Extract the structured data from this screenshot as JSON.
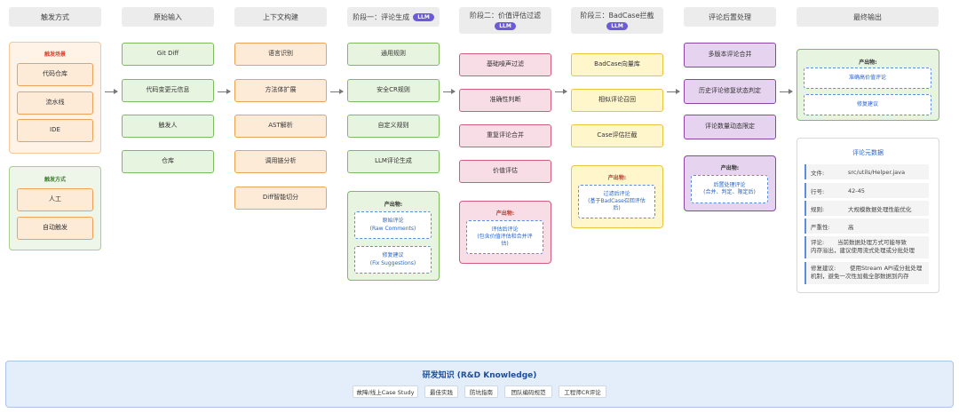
{
  "headers": {
    "trigger": "触发方式",
    "raw_input": "原始输入",
    "context": "上下文构建",
    "stage1": "阶段一：评论生成",
    "stage2": "阶段二：价值评估过滤",
    "stage3": "阶段三：BadCase拦截",
    "post": "评论后置处理",
    "final": "最终输出",
    "llm_badge": "LLM"
  },
  "trigger_scene": {
    "title": "触发场景",
    "items": [
      "代码仓库",
      "流水线",
      "IDE"
    ]
  },
  "trigger_mode": {
    "title": "触发方式",
    "items": [
      "人工",
      "自动触发"
    ]
  },
  "raw_input": [
    "Git Diff",
    "代码变更元信息",
    "触发人",
    "仓库"
  ],
  "context": [
    "语言识别",
    "方法体扩展",
    "AST解析",
    "调用链分析",
    "Diff智能切分"
  ],
  "stage1": {
    "steps": [
      "通用规则",
      "安全CR规则",
      "自定义规则",
      "LLM评论生成"
    ],
    "output_title": "产出物:",
    "outputs": [
      {
        "line1": "原始评论",
        "line2": "(Raw Comments)"
      },
      {
        "line1": "修复建议",
        "line2": "(Fix Suggestions)"
      }
    ]
  },
  "stage2": {
    "steps": [
      "基础噪声过滤",
      "准确性判断",
      "重复评论合并",
      "价值评估"
    ],
    "output_title": "产出物:",
    "output": {
      "line1": "评估后评论",
      "line2": "(包含价值评估和合并评",
      "line3": "估)"
    }
  },
  "stage3": {
    "steps": [
      "BadCase向量库",
      "相似评论召回",
      "Case评估拦截"
    ],
    "output_title": "产出物:",
    "output": {
      "line1": "过滤后评论",
      "line2": "(基于BadCase召回评估",
      "line3": "后)"
    }
  },
  "post": {
    "steps": [
      "多版本评论合并",
      "历史评论修复状态判定",
      "评论数量动态限定"
    ],
    "output_title": "产出物:",
    "output": {
      "line1": "后置处理评论",
      "line2": "(合并、判定、限定后)"
    }
  },
  "final": {
    "output_title": "产出物:",
    "outputs": [
      "准确高价值评论",
      "修复建议"
    ]
  },
  "metadata": {
    "title": "评论元数据",
    "rows": [
      {
        "k": "文件:",
        "v": "src/utils/Helper.java"
      },
      {
        "k": "行号:",
        "v": "42-45"
      },
      {
        "k": "规则:",
        "v": "大规模数据处理性能优化"
      },
      {
        "k": "严重性:",
        "v": "高"
      }
    ],
    "comment_label": "评论:",
    "comment_line1": "当前数据处理方式可能导致",
    "comment_line2": "内存溢出，建议使用流式处理或分批处理",
    "fix_label": "修复建议:",
    "fix_line1": "使用Stream API或分批处理",
    "fix_line2": "机制，避免一次性加载全部数据到内存"
  },
  "knowledge": {
    "title": "研发知识 (R&D Knowledge)",
    "items": [
      "故障/线上Case Study",
      "最佳实践",
      "防坑指南",
      "团队编码规范",
      "工程师CR评论"
    ]
  },
  "colors": {
    "green": "#7dbb5d",
    "orange": "#eda259",
    "pink": "#cf5d7e",
    "yellow": "#e9c43e",
    "purple": "#8c45a6",
    "llm_badge": "#6b5bd6",
    "dashed_output": "#5b8ee0",
    "knowledge_bg": "#e4eefa"
  }
}
